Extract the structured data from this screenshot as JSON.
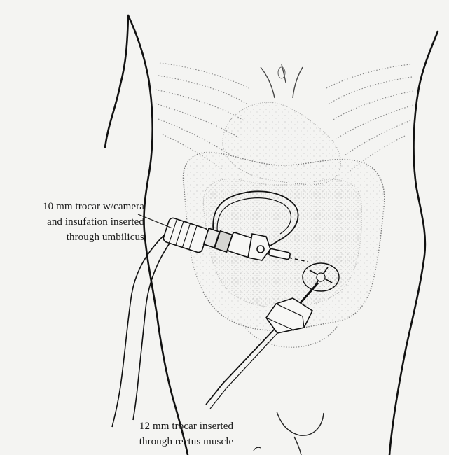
{
  "labels": {
    "camera_trocar": {
      "lines": [
        "10 mm trocar w/camera",
        "and insufation inserted",
        "through umbilicus"
      ]
    },
    "rectus_trocar": {
      "lines": [
        "12 mm trocar inserted",
        "through rectus muscle"
      ]
    }
  },
  "colors": {
    "background": "#f4f4f2",
    "ink": "#1a1a1a",
    "stipple": "#8a8a8a"
  }
}
